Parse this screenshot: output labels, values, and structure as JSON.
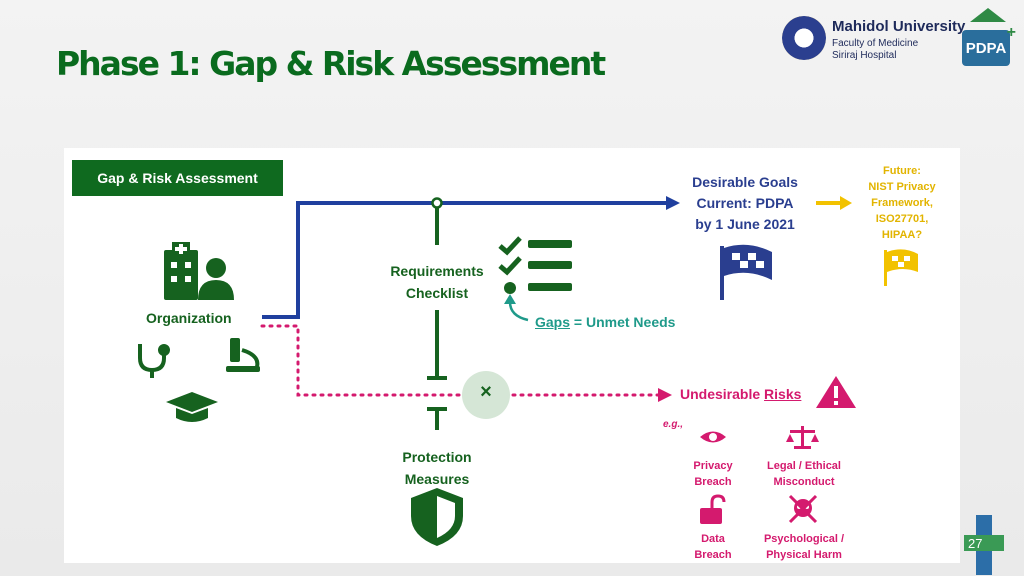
{
  "title": "Phase 1: Gap & Risk Assessment",
  "logo": {
    "university": "Mahidol University",
    "faculty": "Faculty of Medicine",
    "hospital": "Siriraj Hospital",
    "badge": "PDPA",
    "badge_plus": "+"
  },
  "diagram": {
    "tag": "Gap & Risk Assessment",
    "organization": "Organization",
    "requirements": [
      "Requirements",
      "Checklist"
    ],
    "gaps_word": "Gaps",
    "gaps_rest": " = Unmet Needs",
    "protection": [
      "Protection",
      "Measures"
    ],
    "desirable": [
      "Desirable Goals",
      "Current: PDPA",
      "by 1 June 2021"
    ],
    "future": [
      "Future:",
      "NIST Privacy",
      "Framework,",
      "ISO27701,",
      "HIPAA?"
    ],
    "undesirable_prefix": "Undesirable ",
    "undesirable_word": "Risks",
    "eg": "e.g.,",
    "risks": [
      {
        "l1": "Privacy",
        "l2": "Breach",
        "icon": "eye-icon"
      },
      {
        "l1": "Legal / Ethical",
        "l2": "Misconduct",
        "icon": "scales-icon"
      },
      {
        "l1": "Data",
        "l2": "Breach",
        "icon": "unlock-icon"
      },
      {
        "l1": "Psychological /",
        "l2": "Physical Harm",
        "icon": "skull-icon"
      }
    ],
    "block_mark": "×"
  },
  "page_number": "27",
  "colors": {
    "green": "#16621f",
    "navy": "#2a3e8f",
    "pink": "#d41a6e",
    "teal": "#1f9a8a",
    "yellow": "#e2b400"
  }
}
